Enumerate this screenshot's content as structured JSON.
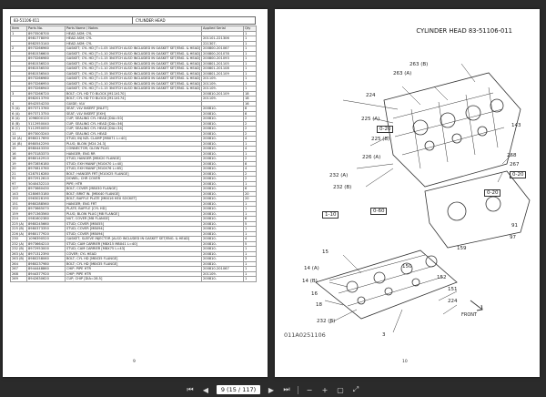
{
  "left": {
    "header": {
      "code": "83-51106-011",
      "title": "CYLINDER HEAD"
    },
    "columns": [
      "Item",
      "Parts No.",
      "Parts Name / Notes",
      "Applied Serial",
      "Qty"
    ],
    "rows": [
      [
        "1",
        "8973508700",
        "HEAD ASM; CYL",
        "",
        "1"
      ],
      [
        "",
        "8981778090",
        "HEAD ASM; CYL",
        "201101-221306",
        "1"
      ],
      [
        "",
        "8982553140",
        "HEAD ASM; CYL",
        "221307-",
        "1"
      ],
      [
        "2",
        "8973266960",
        "GASKET; CYL HD [T=1.05 1NOTCH ALSO INCLUDED IN GASKET SET/ENG. & HEAD]",
        "200800-201067",
        "1"
      ],
      [
        "",
        "8981536600",
        "GASKET; CYL HD [T=1.10 2NOTCH ALSO INCLUDED IN GASKET SET/ENG. & HEAD]",
        "200800-201078",
        "1"
      ],
      [
        "",
        "8973266980",
        "GASKET; CYL HD [T=1.15 3NOTCH ALSO INCLUDED IN GASKET SET/ENG. & HEAD]",
        "200800-201093",
        "1"
      ],
      [
        "",
        "8981536520",
        "GASKET; CYL HD [T=1.05 1NOTCH ALSO INCLUDED IN GASKET SET/ENG. & HEAD]",
        "200801-201105",
        "1"
      ],
      [
        "",
        "8981536530",
        "GASKET; CYL HD [T=1.10 2NOTCH ALSO INCLUDED IN GASKET SET/ENG. & HEAD]",
        "200801-201108",
        "1"
      ],
      [
        "",
        "8981536540",
        "GASKET; CYL HD [T=1.15 3NOTCH ALSO INCLUDED IN GASKET SET/ENG. & HEAD]",
        "200801-201109",
        "1"
      ],
      [
        "",
        "8973266980",
        "GASKET; CYL HD [T=1.05 1NOTCH ALSO INCLUDED IN GASKET SET/ENG. & HEAD]",
        "201109-",
        "1"
      ],
      [
        "",
        "8973266950",
        "GASKET; CYL HD [T=1.10 2NOTCH ALSO INCLUDED IN GASKET SET/ENG. & HEAD]",
        "201109-",
        "1"
      ],
      [
        "",
        "8973266940",
        "GASKET; CYL HD [T=1.15 3NOTCH ALSO INCLUDED IN GASKET SET/ENG. & HEAD]",
        "201109-",
        "1"
      ],
      [
        "3",
        "8973266720",
        "BOLT; CYL HD TO BLOCK [M11X170]",
        "200810-201109",
        "18"
      ],
      [
        "",
        "8982013790",
        "BOLT; CYL HD TO BLOCK [M11X174]",
        "201109-",
        "18"
      ],
      [
        "4",
        "8942554230",
        "GUIDE; VLV",
        "",
        "16"
      ],
      [
        "5 (A)",
        "8973713760",
        "SEAT; VLV INSERT [INLET]",
        "200810-",
        "8"
      ],
      [
        "6 (A)",
        "8973713750",
        "SEAT; VLV INSERT [EXH]",
        "200810-",
        "8"
      ],
      [
        "8 (A)",
        "1096000120",
        "CUP; SEALING CYL HEAD [DIA=50]",
        "200810-",
        "2"
      ],
      [
        "8 (B)",
        "5112950040",
        "CUP; SEALING CYL HEAD [DIA=36]",
        "200810-",
        "2"
      ],
      [
        "8 (C)",
        "5112950050",
        "CUP; SEALING CYL HEAD [DIA=34]",
        "200810-",
        "2"
      ],
      [
        "11",
        "8973003240",
        "CUP; SEALING CYL HEAD",
        "200810-",
        "2"
      ],
      [
        "14 (A)",
        "8980217690",
        "STUD; INJ NZL CLAMP [M8X71 L=40]",
        "200810-",
        "4"
      ],
      [
        "14 (B)",
        "8980542290",
        "PLUG; BLOW [M24 24.3]",
        "200810-",
        "1"
      ],
      [
        "15",
        "8980443330",
        "CONNECTOR; GLOW PLUG",
        "200810-",
        "4"
      ],
      [
        "16",
        "8973183370",
        "HANGER; ENG RR",
        "200810-",
        "1"
      ],
      [
        "18",
        "8980142910",
        "STUD; HANGER [M8X20 FLANGE]",
        "200810-",
        "2"
      ],
      [
        "19",
        "8972856180",
        "STUD; EXH MANIF [M10X70 L=40]",
        "200810-",
        "8"
      ],
      [
        "20",
        "8970810760",
        "STUD; EXH MANIF [M10X76 L=65]",
        "200810-",
        "4"
      ],
      [
        "21",
        "0287516280",
        "BOLT; HANGER FRT [M10X25 FLANGE]",
        "200810-",
        "2"
      ],
      [
        "91",
        "8972912610",
        "DOWEL; CHR COVER",
        "200810-",
        "2"
      ],
      [
        "97",
        "5040432210",
        "PIPE; HTR",
        "200810-",
        "1"
      ],
      [
        "127",
        "8973660430",
        "BOLT; COVER [M8X30 FLANGE]",
        "200810-",
        "6"
      ],
      [
        "143",
        "0280653180",
        "BOLT; BRKT IN. [M8X40 FLANGE]",
        "200810-",
        "20"
      ],
      [
        "150",
        "0963028190",
        "BOLT; BAFFLE PLATE [M6X16 HEX SOCKET]",
        "200810-",
        "20"
      ],
      [
        "151",
        "8980288560",
        "HANGER; ENG FRT",
        "200810-",
        "1"
      ],
      [
        "152",
        "8973665070",
        "PLATE; BAFFLE [CYL HD]",
        "200810-",
        "1"
      ],
      [
        "159",
        "8971363560",
        "PLUG; BLOW PLUG [M8 FLANGE]",
        "200810-",
        "1"
      ],
      [
        "224",
        "0981602380",
        "NUT; COVER [M8 FLANGE]",
        "200810-",
        "6"
      ],
      [
        "225 (A)",
        "8980245660",
        "STUD; COVER [M8X55]",
        "200810-",
        "5"
      ],
      [
        "225 (B)",
        "8980373350",
        "STUD; COVER [M8X94]",
        "200810-",
        "1"
      ],
      [
        "226 (A)",
        "8980177920",
        "STUD; COVER [M8X94]",
        "200810-",
        "1"
      ],
      [
        "230",
        "1096390520",
        "GASKET; SLEEVE INJECTOR [ALSO INCLUDED IN GASKET SET/ENG. & HEAD]",
        "200810-",
        "4"
      ],
      [
        "232 (A)",
        "8973664210",
        "STUD; CAM CARRIER [M8X15 M8X41 L=40]",
        "200810-",
        "5"
      ],
      [
        "232 (B)",
        "8972953000",
        "STUD; CAM CARRIER [M8X75 L=43]",
        "200810-",
        "1"
      ],
      [
        "263 (A)",
        "8971312390",
        "COVER; CYL HEAD",
        "200810-",
        "1"
      ],
      [
        "263 (B)",
        "8980258060",
        "BOLT; CYL HD [M8X35 FLANGE]",
        "200810-",
        "3"
      ],
      [
        "264",
        "8980237980",
        "BOLT; CYL HD [M8X35 FLANGE]",
        "200810-",
        "1"
      ],
      [
        "267",
        "8944448860",
        "CHIP; PIPE HTR",
        "200810-201067",
        "1"
      ],
      [
        "268",
        "8944377920",
        "CHIP; PIPE HTR",
        "201109-",
        "1"
      ],
      [
        "269",
        "8942630620",
        "CUP; CHIP [DIA=28.5]",
        "200810-",
        "1"
      ]
    ],
    "page_number": "9"
  },
  "right": {
    "title": "CYLINDER HEAD  83-51106-011",
    "labels": [
      "263 (B)",
      "263 (A)",
      "224",
      "225 (A)",
      "225 (B)",
      "232 (A)",
      "232 (B)",
      "268",
      "267",
      "143",
      "15",
      "14 (A)",
      "14 (B)",
      "16",
      "18",
      "232 (B)",
      "3",
      "150",
      "152",
      "151",
      "224",
      "159",
      "91",
      "97",
      "226 (A)"
    ],
    "boxes": [
      "0-20",
      "0-20",
      "0-20",
      "1-10",
      "0-60"
    ],
    "figure_id": "011A0251106",
    "front_label": "FRONT",
    "page_number": "10"
  },
  "toolbar": {
    "page_field": "9 (15 / 117)"
  },
  "colors": {
    "background": "#2b2b2b",
    "page": "#ffffff"
  }
}
